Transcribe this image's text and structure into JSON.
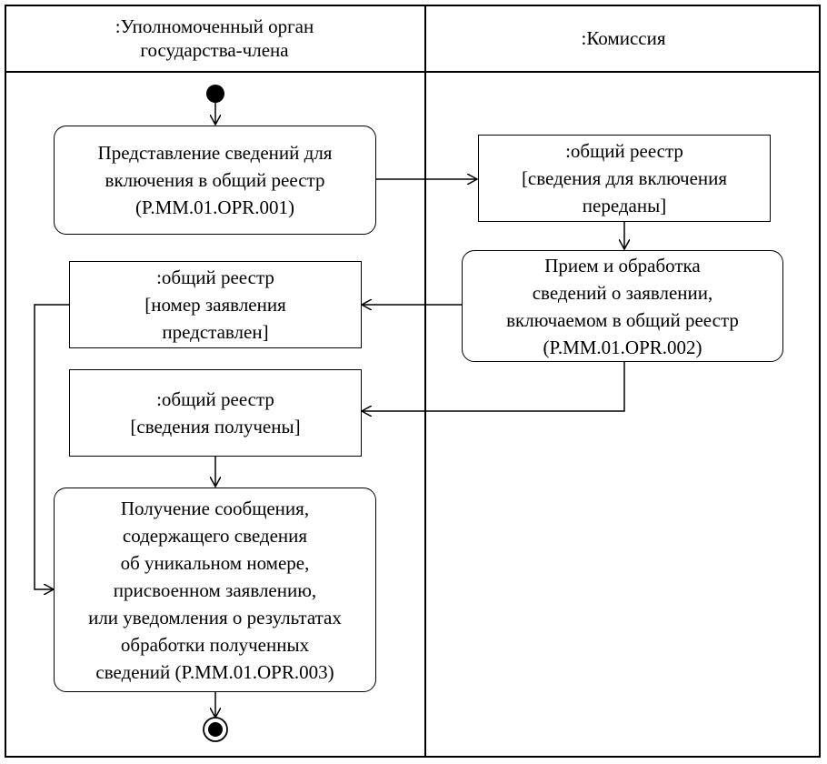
{
  "lanes": [
    {
      "title": ":Уполномоченный орган\nгосударства-члена"
    },
    {
      "title": ":Комиссия"
    }
  ],
  "nodes": {
    "activity_001": {
      "label": "Представление сведений для\nвключения в общий реестр\n(P.MM.01.OPR.001)"
    },
    "object_transferred": {
      "label": ":общий реестр\n[сведения для включения\nпереданы]"
    },
    "activity_002": {
      "label": "Прием и обработка\nсведений о заявлении,\nвключаемом в общий реестр\n(P.MM.01.OPR.002)"
    },
    "object_number": {
      "label": ":общий реестр\n[номер заявления\nпредставлен]"
    },
    "object_received": {
      "label": ":общий реестр\n[сведения получены]"
    },
    "activity_003": {
      "label": "Получение сообщения,\nсодержащего сведения\nоб уникальном номере,\nприсвоенном заявлению,\nили уведомления о результатах\nобработки полученных\nсведений (P.MM.01.OPR.003)"
    }
  },
  "colors": {
    "stroke": "#000000",
    "background": "#ffffff"
  }
}
